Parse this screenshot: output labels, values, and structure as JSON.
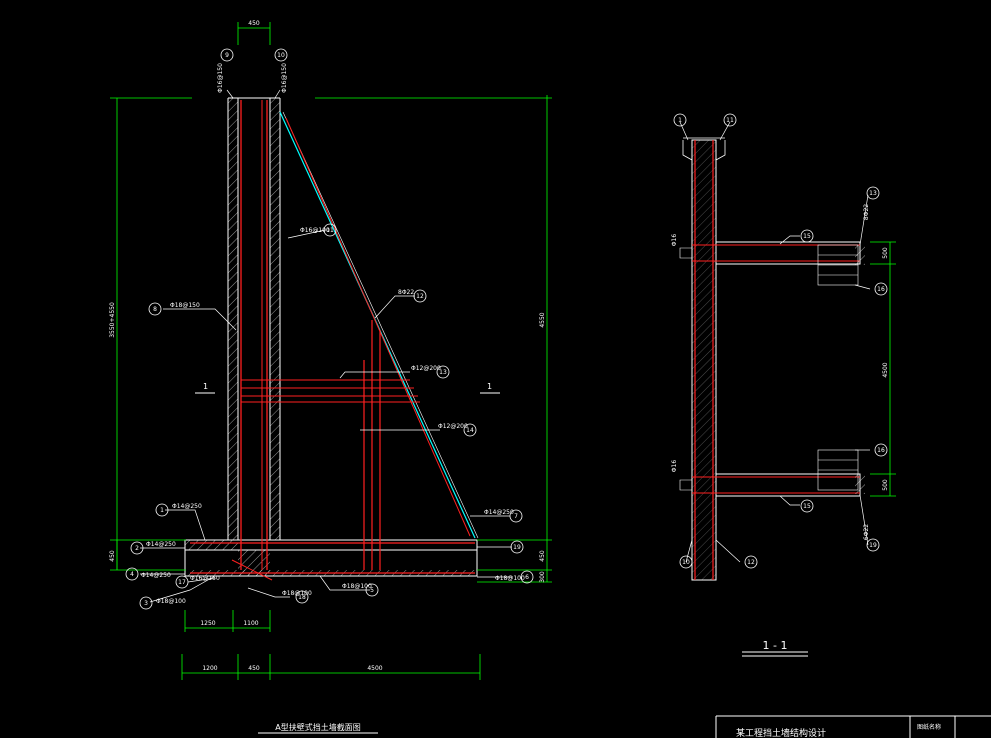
{
  "drawing": {
    "main_title": "A型扶壁式挡土墙截面图",
    "section_title": "1 - 1",
    "title_block": {
      "project": "某工程挡土墙结构设计",
      "label": "图纸名称"
    },
    "dims": {
      "top_width": "450",
      "left_height": "3550+4550",
      "right_height": "4550",
      "heel_thk_left": "450",
      "heel_thk_right": "450",
      "foot_thk_right": "300",
      "bottom_a": "1250",
      "bottom_b": "1100",
      "bottom_1": "1200",
      "bottom_2": "450",
      "bottom_3": "4500",
      "sec_spacing": "4500",
      "sec_top": "500",
      "sec_bot": "500"
    },
    "rebar": {
      "r9": "Φ16@150",
      "r10": "Φ16@150",
      "r8": "Φ18@150",
      "r11": "Φ16@100",
      "r12": "8Φ22",
      "r13": "Φ12@200",
      "r14": "Φ12@200",
      "r1": "Φ14@250",
      "r2": "Φ14@250",
      "r3": "Φ18@100",
      "r4": "Φ14@250",
      "r5": "Φ18@100",
      "r6": "Φ18@100",
      "r7": "Φ14@250",
      "r17": "Φ16@150",
      "r18": "Φ18@100",
      "r19": "6Φ22",
      "sec_r13": "8Φ22",
      "sec_r15a": "Φ16",
      "sec_r15b": "Φ16"
    },
    "bubbles": {
      "b9": "9",
      "b10": "10",
      "b8": "8",
      "b11": "11",
      "b12": "12",
      "b13": "13",
      "b14": "14",
      "b1": "1",
      "b2": "2",
      "b3": "3",
      "b4": "4",
      "b5": "5",
      "b6": "6",
      "b7": "7",
      "b17": "17",
      "b18": "18",
      "b19": "19",
      "b15": "15",
      "b16": "16"
    },
    "section_marks": {
      "left": "1",
      "right": "1"
    },
    "colors": {
      "background": "#000000",
      "concrete": "#ffffff",
      "rebar": "#ff2020",
      "dimension": "#00ff00",
      "slope": "#00ffff",
      "text": "#ffffff"
    }
  }
}
